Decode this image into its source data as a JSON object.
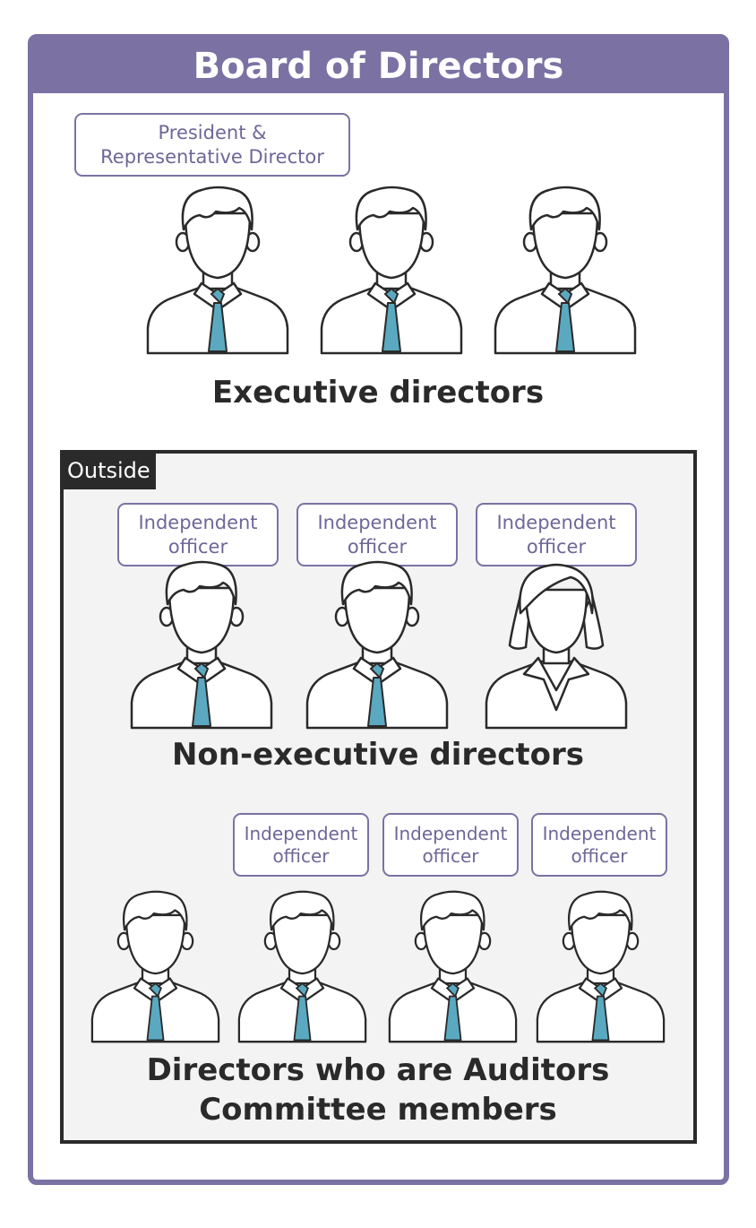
{
  "header": {
    "title": "Board of Directors"
  },
  "executive": {
    "president_label": {
      "line1": "President &",
      "line2": "Representative Director"
    },
    "caption": "Executive directors"
  },
  "outside": {
    "tag": "Outside",
    "non_executive": {
      "labels": [
        {
          "line1": "Independent",
          "line2": "officer"
        },
        {
          "line1": "Independent",
          "line2": "officer"
        },
        {
          "line1": "Independent",
          "line2": "officer"
        }
      ],
      "caption": "Non-executive directors"
    },
    "auditors": {
      "labels": [
        {
          "line1": "Independent",
          "line2": "officer"
        },
        {
          "line1": "Independent",
          "line2": "officer"
        },
        {
          "line1": "Independent",
          "line2": "officer"
        }
      ],
      "caption_line1": "Directors who are Auditors",
      "caption_line2": "Committee members"
    }
  },
  "colors": {
    "frame": "#7b72a3",
    "tie": "#5aa9c0",
    "outline": "#2a2a2a",
    "outside_bg": "#f3f3f3"
  }
}
